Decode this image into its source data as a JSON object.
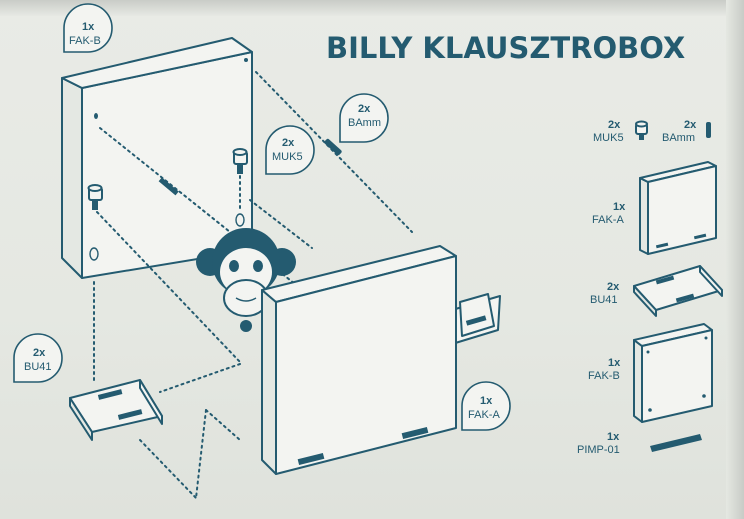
{
  "title": "BILLY KLAUSZTROBOX",
  "callouts": {
    "fak_b": {
      "count": "1x",
      "label": "FAK-B"
    },
    "bamm": {
      "count": "2x",
      "label": "BAmm"
    },
    "muk5": {
      "count": "2x",
      "label": "MUK5"
    },
    "bu41": {
      "count": "2x",
      "label": "BU41"
    },
    "fak_a": {
      "count": "1x",
      "label": "FAK-A"
    }
  },
  "parts_list": [
    {
      "count": "2x",
      "label": "MUK5"
    },
    {
      "count": "2x",
      "label": "BAmm"
    },
    {
      "count": "1x",
      "label": "FAK-A"
    },
    {
      "count": "2x",
      "label": "BU41"
    },
    {
      "count": "1x",
      "label": "FAK-B"
    },
    {
      "count": "1x",
      "label": "PIMP-01"
    }
  ],
  "colors": {
    "ink": "#245b70",
    "paper": "#e7e9e4"
  }
}
